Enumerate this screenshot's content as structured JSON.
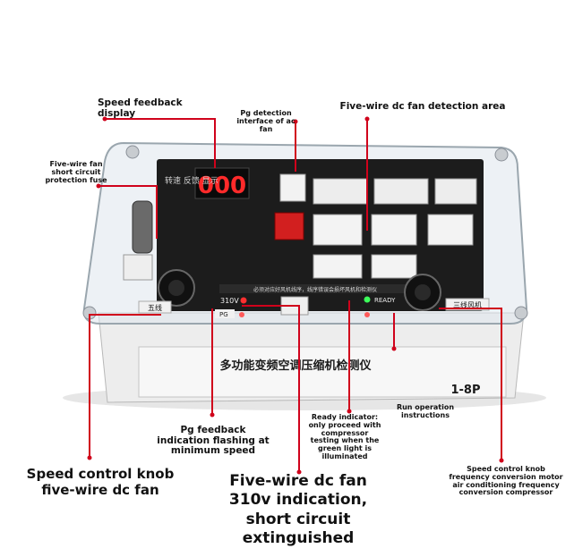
{
  "labels": {
    "speed_feedback": "Speed feedback display",
    "pg_detection": "Pg detection interface of ac fan",
    "five_wire_detection": "Five-wire dc fan detection area",
    "fuse": "Five-wire fan short circuit protection fuse",
    "run": "Run operation instructions",
    "ready": "Ready indicator: only proceed with compressor testing when the green light is illuminated",
    "pg_feedback": "Pg feedback indication flashing at minimum speed",
    "knob_left": "Speed control knob five-wire dc fan",
    "five_wire_310": "Five-wire dc fan 310v indication, short circuit extinguished",
    "knob_right": "Speed control knob frequency conversion motor air conditioning frequency conversion compressor"
  },
  "device": {
    "display_digits": "000",
    "panel_left_text": "转速 反馈 显示",
    "title_text": "多功能变频空调压缩机检测仪",
    "range_text": "1-8P",
    "led_310v": "310V",
    "led_ready": "READY",
    "left_badge": "五线",
    "right_badge": "三线风机",
    "pg_tag": "PG",
    "warning_text": "必须对应好风机线序，线序错误会损坏风机和检测仪"
  },
  "colors": {
    "callout": "#d0021b",
    "display_digit": "#ff2a2a",
    "led_red": "#ff3030",
    "led_green": "#3cff5a",
    "panel": "#1c1c1c"
  }
}
